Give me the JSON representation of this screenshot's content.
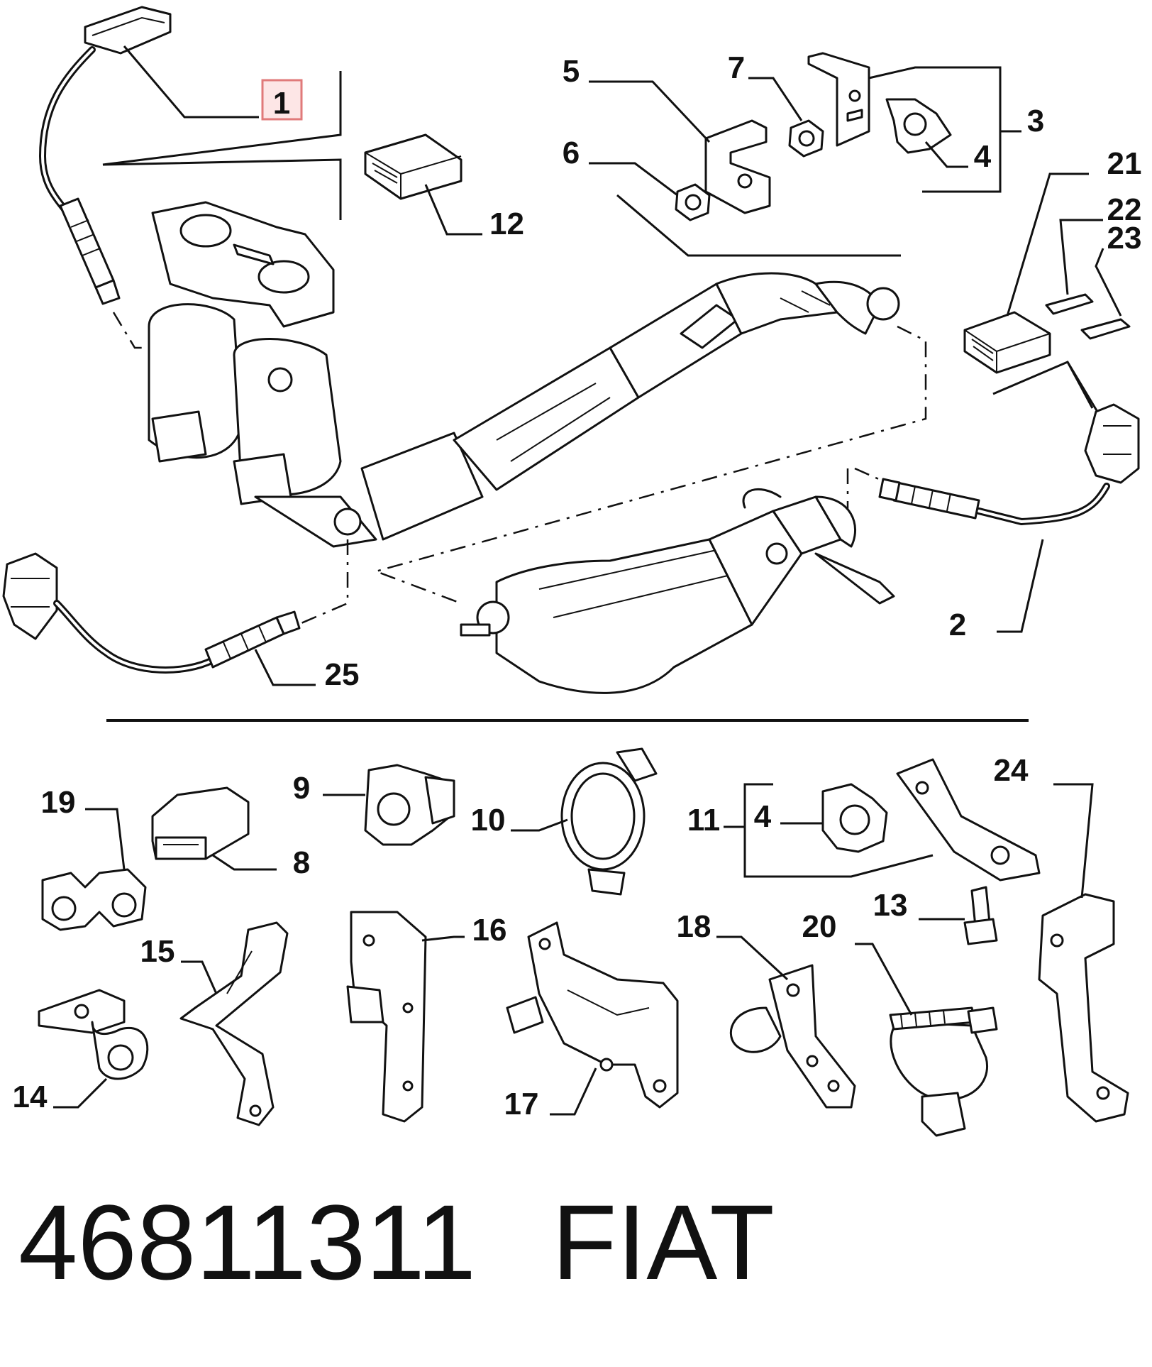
{
  "callouts": [
    {
      "id": "c1",
      "label": "1"
    },
    {
      "id": "c2",
      "label": "2"
    },
    {
      "id": "c3",
      "label": "3"
    },
    {
      "id": "c4a",
      "label": "4"
    },
    {
      "id": "c4b",
      "label": "4"
    },
    {
      "id": "c5",
      "label": "5"
    },
    {
      "id": "c6",
      "label": "6"
    },
    {
      "id": "c7",
      "label": "7"
    },
    {
      "id": "c8",
      "label": "8"
    },
    {
      "id": "c9",
      "label": "9"
    },
    {
      "id": "c10",
      "label": "10"
    },
    {
      "id": "c11",
      "label": "11"
    },
    {
      "id": "c12",
      "label": "12"
    },
    {
      "id": "c13",
      "label": "13"
    },
    {
      "id": "c14",
      "label": "14"
    },
    {
      "id": "c15",
      "label": "15"
    },
    {
      "id": "c16",
      "label": "16"
    },
    {
      "id": "c17",
      "label": "17"
    },
    {
      "id": "c18",
      "label": "18"
    },
    {
      "id": "c19",
      "label": "19"
    },
    {
      "id": "c20",
      "label": "20"
    },
    {
      "id": "c21",
      "label": "21"
    },
    {
      "id": "c22",
      "label": "22"
    },
    {
      "id": "c23",
      "label": "23"
    },
    {
      "id": "c24",
      "label": "24"
    },
    {
      "id": "c25",
      "label": "25"
    }
  ],
  "highlighted_callout": "1",
  "footer": {
    "part_number": "46811311",
    "brand": "FIAT"
  },
  "colors": {
    "line": "#111111",
    "highlight_fill": "#fde6e6",
    "highlight_stroke": "#e07a7a",
    "background": "#ffffff"
  }
}
